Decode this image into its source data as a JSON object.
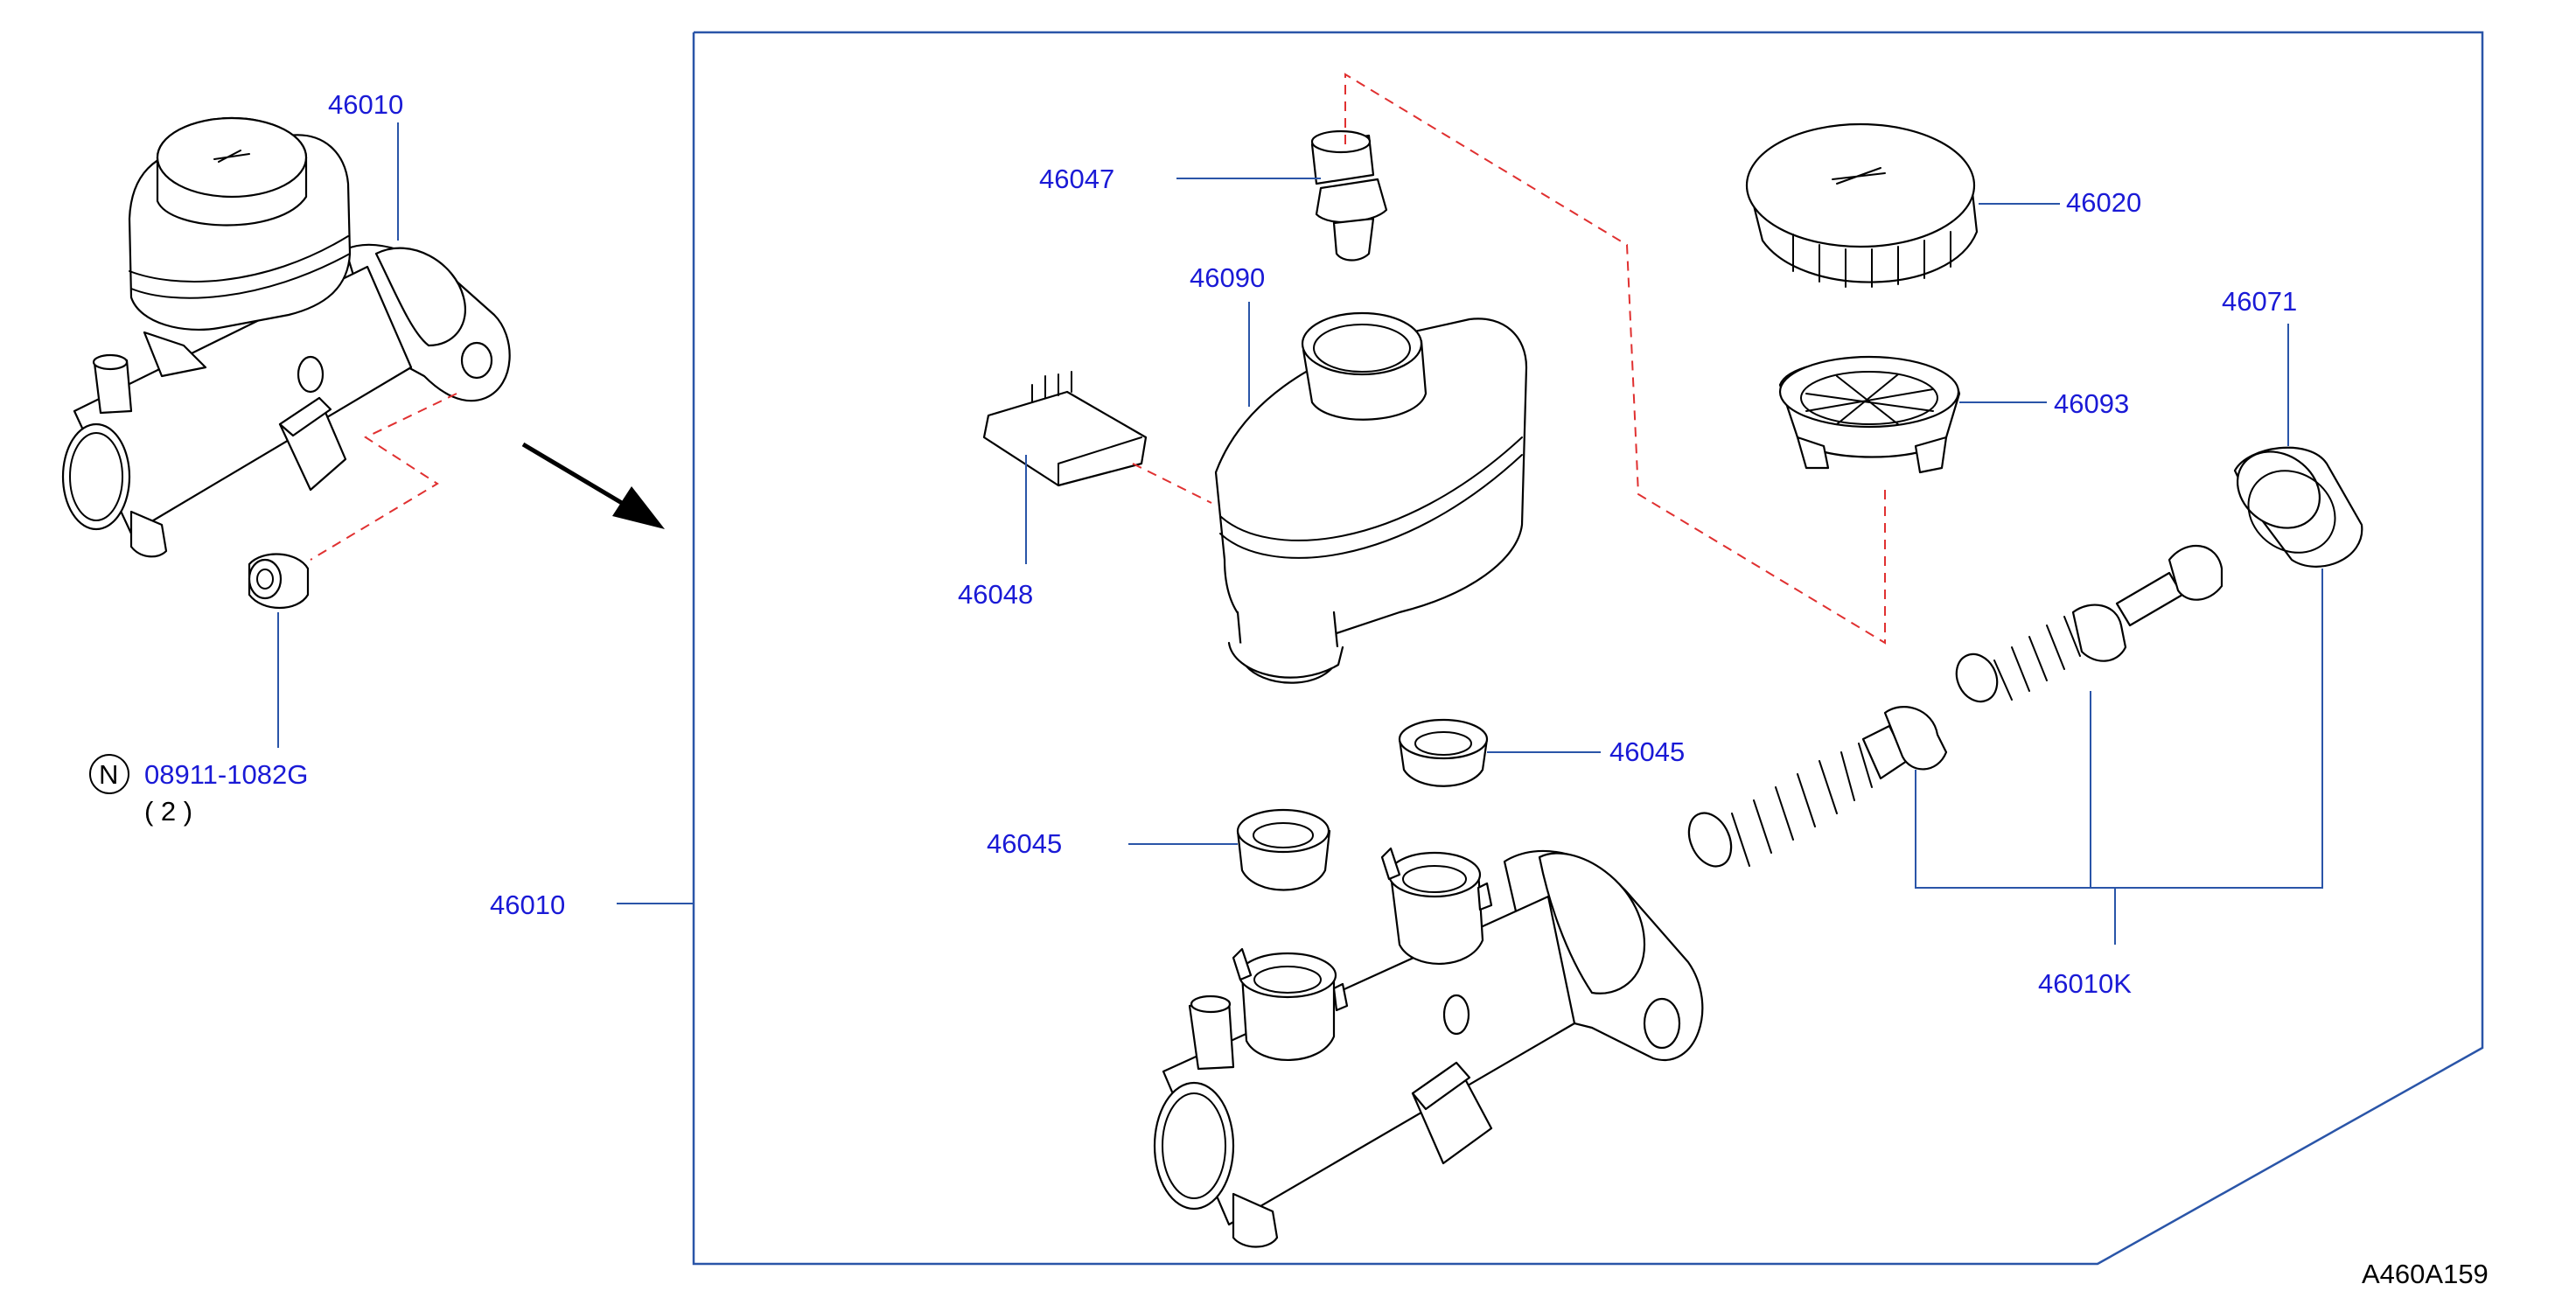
{
  "labels": {
    "master_cylinder_top": "46010",
    "master_cylinder_main": "46010",
    "plug_46047": "46047",
    "reservoir_46090": "46090",
    "clip_46048": "46048",
    "cap_46020": "46020",
    "strainer_46093": "46093",
    "ring_46071": "46071",
    "seal_upper": "46045",
    "seal_lower": "46045",
    "piston_kit": "46010K",
    "nut_circle": "N",
    "nut_part": "08911-1082G",
    "nut_qty": "( 2 )",
    "drawing_code": "A460A159"
  },
  "colors": {
    "label_blue": "#1a1ad6",
    "leader_blue": "#2a55a8",
    "dash_red": "#e03030"
  }
}
